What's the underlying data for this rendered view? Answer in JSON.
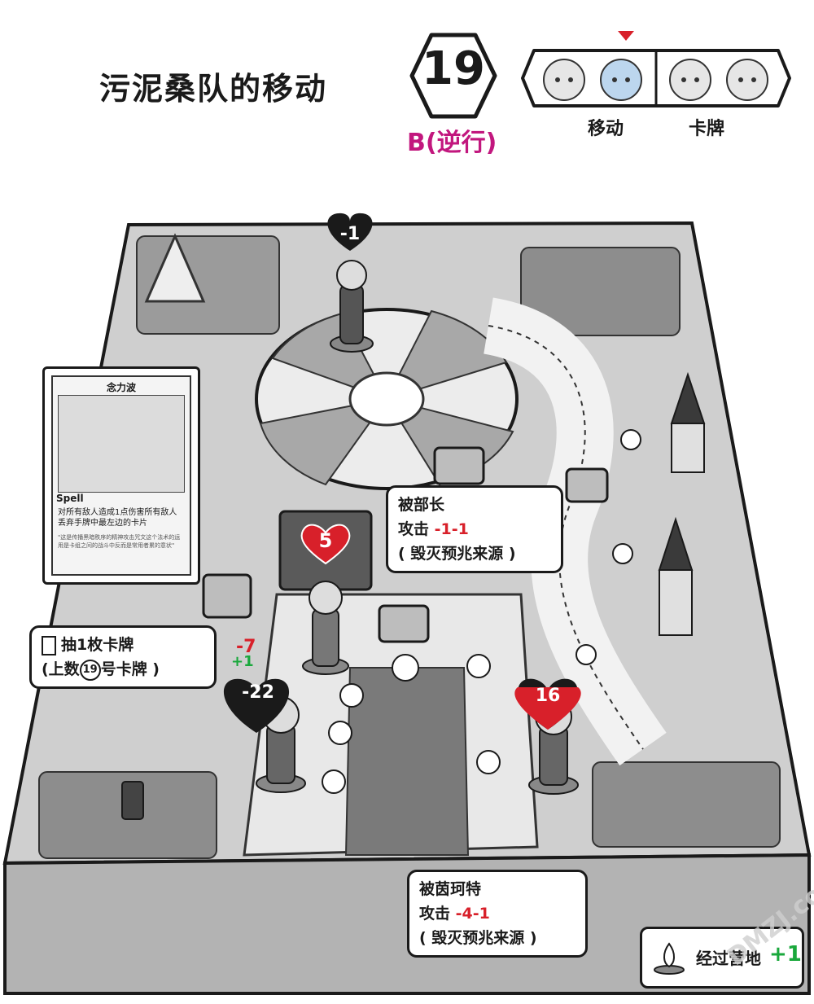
{
  "header": {
    "title": "污泥桑队的移动",
    "turn_number": "19",
    "phase_letter": "B",
    "phase_note": "(逆行)",
    "phase_color": "#c2177e",
    "order_labels": {
      "move": "移动",
      "card": "卡牌"
    },
    "order_marker_color": "#d8202a"
  },
  "card": {
    "name": "念力波",
    "type": "Spell",
    "text": "对所有敌人造成1点伤害所有敌人丢弃手牌中最左边的卡片",
    "flavor": "\"这是传播黑暗秩序的精神攻击咒文这个法术的运用是卡组之间的战斗中反而是常用者累的意状\""
  },
  "board": {
    "center_heart": "5",
    "pieces": [
      {
        "hp": "-1",
        "heart_color": "#1a1a1a"
      },
      {
        "hp": "-22",
        "heart_color": "#1a1a1a"
      },
      {
        "hp": "16",
        "heart_color": "#d8202a"
      }
    ],
    "delta_red": "-7",
    "delta_green": "+1"
  },
  "bubbles": {
    "top": {
      "line1": "被部长",
      "line2_prefix": "攻击",
      "line2_value": "-1-1",
      "line3": "( 毁灭预兆来源 )"
    },
    "left": {
      "line1": "抽1枚卡牌",
      "line2_pre": "(上数",
      "line2_num": "19",
      "line2_post": "号卡牌 )"
    },
    "bottom": {
      "line1": "被茵珂特",
      "line2_prefix": "攻击",
      "line2_value": "-4-1",
      "line3": "( 毁灭预兆来源 )"
    }
  },
  "legend": {
    "label": "经过营地",
    "value": "+1"
  },
  "watermark": "DMZJ.com"
}
